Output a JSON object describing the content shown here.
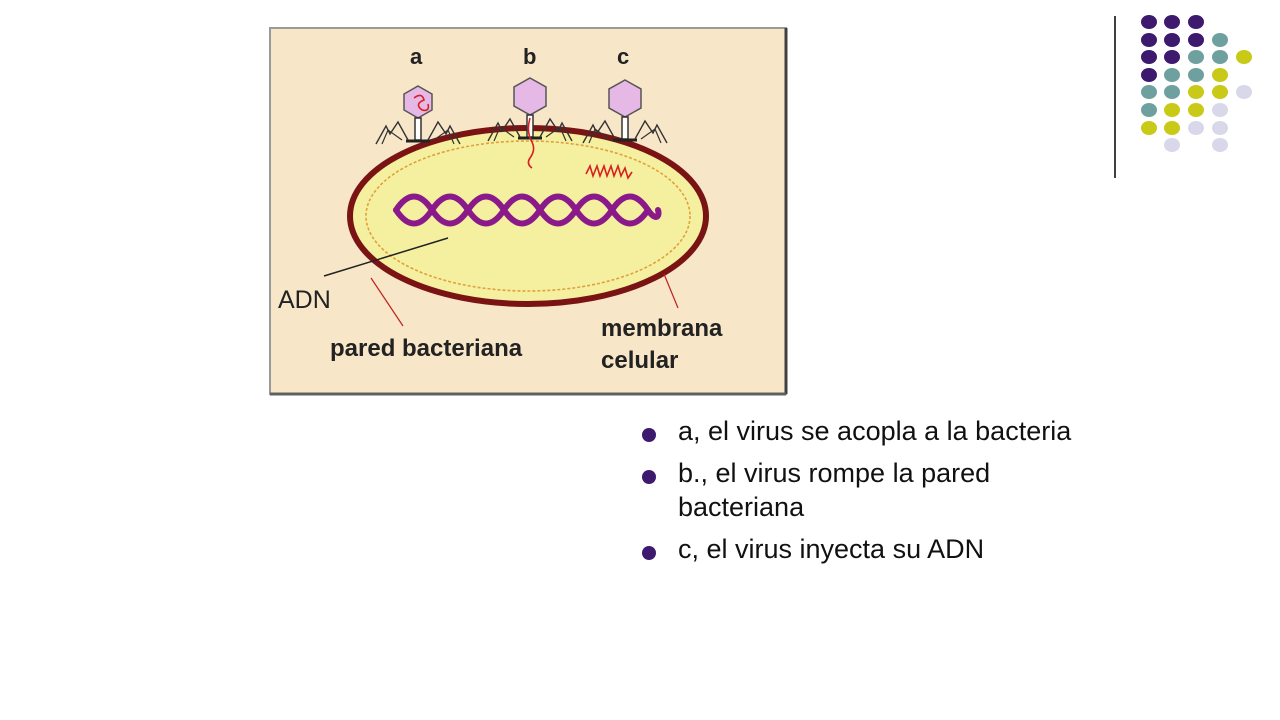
{
  "diagram": {
    "labels": {
      "a": "a",
      "b": "b",
      "c": "c",
      "adn": "ADN",
      "pared": "pared bacteriana",
      "membrana_1": "membrana",
      "membrana_2": "celular"
    }
  },
  "bullets": [
    {
      "text": "a, el virus se acopla a la bacteria"
    },
    {
      "text": "b., el virus rompe la pared bacteriana"
    },
    {
      "text": "c, el virus inyecta su ADN"
    }
  ],
  "colors": {
    "accent_purple": "#3d1a6e",
    "teal": "#6fa0a0",
    "yellow": "#c9c918",
    "lavender": "#d8d8ea",
    "diagram_bg": "#f8e6c8",
    "bacteria_fill": "#f5f0a0",
    "bacteria_wall": "#7a1414",
    "dna": "#8a1a8a",
    "virus_head": "#e6b8e6"
  }
}
